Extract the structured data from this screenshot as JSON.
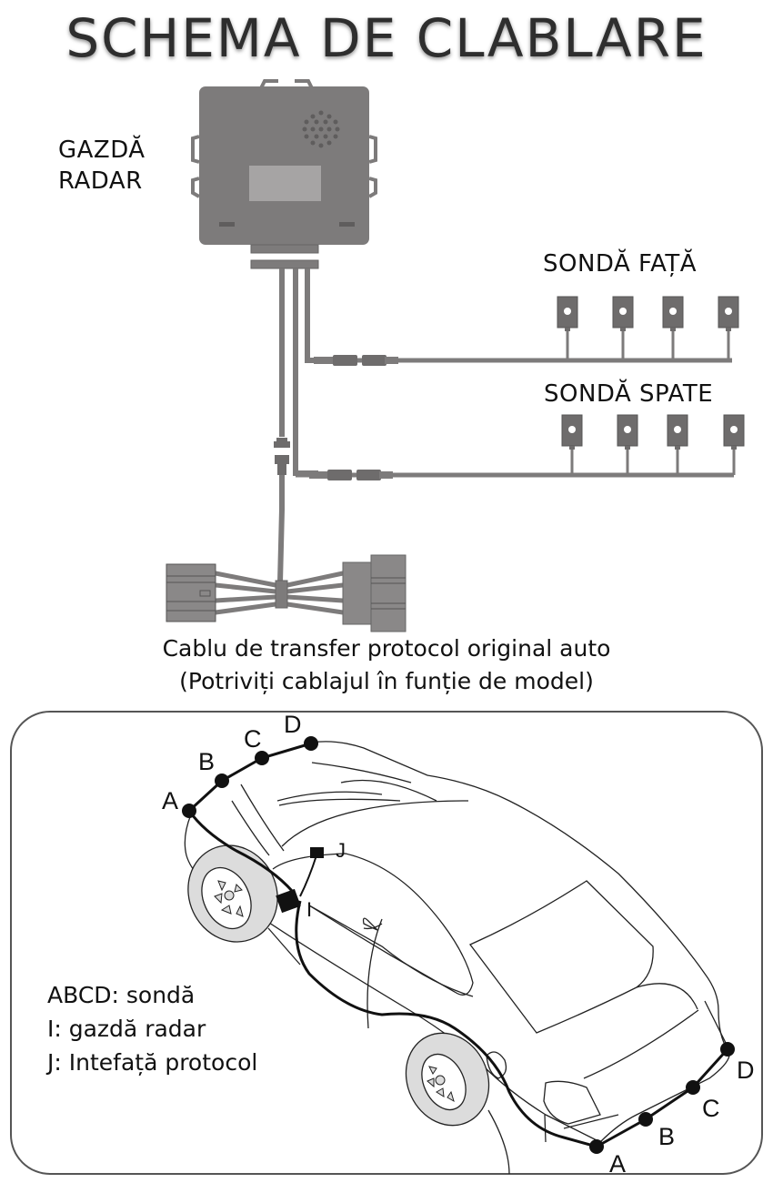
{
  "title": "SCHEMA DE CLABLARE",
  "host": {
    "label_lines": [
      "GAZDĂ",
      "RADAR"
    ]
  },
  "front_probes": {
    "label": "SONDĂ FAȚĂ",
    "count": 4
  },
  "rear_probes": {
    "label": "SONDĂ SPATE",
    "count": 4
  },
  "cable_caption": {
    "line1": "Cablu de transfer protocol original auto",
    "line2": "(Potriviți cablajul în funție de model)"
  },
  "car_diagram": {
    "front_points": [
      "A",
      "B",
      "C",
      "D"
    ],
    "rear_points": [
      "A",
      "B",
      "C",
      "D"
    ],
    "host_marker": "I",
    "interface_marker": "J"
  },
  "legend": {
    "items": [
      "ABCD: sondă",
      "I: gazdă radar",
      "J: Intefață protocol"
    ]
  },
  "colors": {
    "device_gray": "#7d7b7b",
    "dark_gray": "#5f5d5d",
    "wheel_fill": "#dcdcdc",
    "line": "#111111"
  }
}
